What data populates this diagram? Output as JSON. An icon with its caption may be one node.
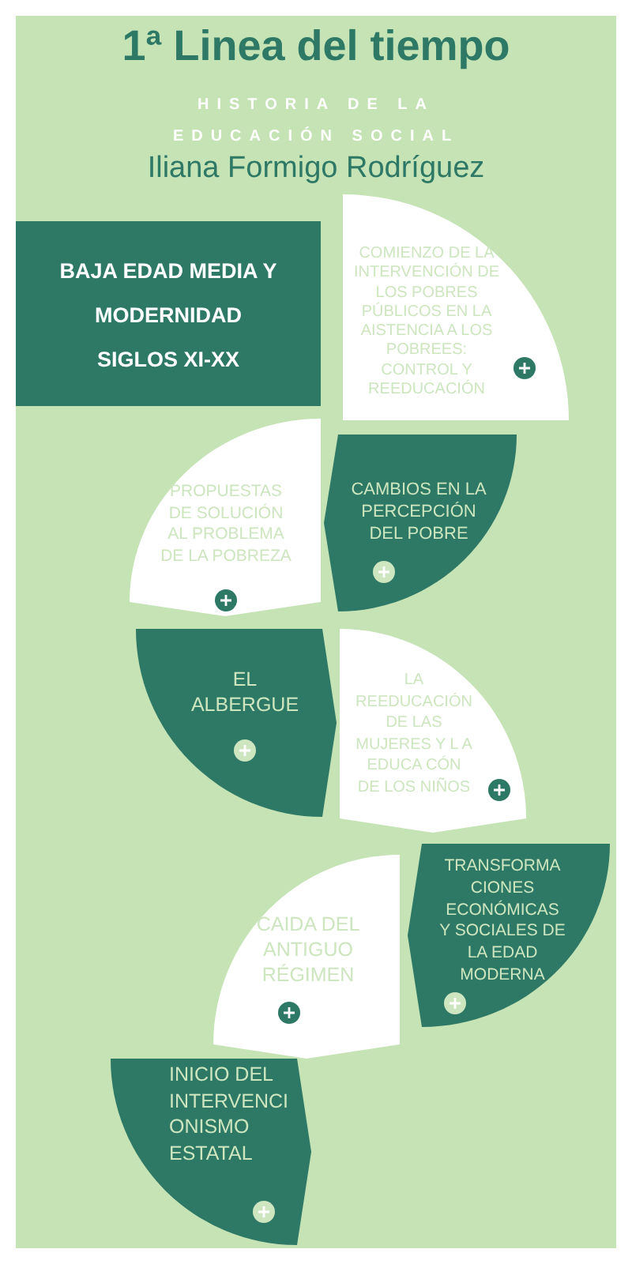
{
  "diagram": {
    "title": "1ª Linea del tiempo",
    "nodes": [
      {
        "text": [
          "BAJA EDAD MEDIA Y MODERNIDAD SIGLOS XI-XX"
        ]
      },
      {
        "text": [
          "COMIENZO DE LA INTERVENCIÓN DE LOS POBRES PÚBLICOS EN LA AISTENCIA A LOS POBREES: CONTROL Y REEDUCACIÓN"
        ]
      },
      {
        "text": [
          "PROPUESTAS DE SOLUCIÓN AL PROBLEMA DE LA POBREZA"
        ]
      },
      {
        "text": [
          "CAMBIOS EN LA PERCEPCIÓN DEL POBRE"
        ]
      },
      {
        "text": [
          "EL ALBERGUE"
        ]
      },
      {
        "text": [
          "LA REEDUCACIÓN DE LAS MUJERES Y L A EDUCA CÓN DE LOS NIÑOS"
        ]
      },
      {
        "text": [
          "TRANSFORMA CIONES ECONÓMICAS Y SOCIALES DE LA EDAD MODERNA"
        ]
      },
      {
        "text": [
          "CAIDA DEL ANTIGUO RÉGIMEN"
        ]
      },
      {
        "text": [
          "INICIO DEL INTERVENCI ONISMO ESTATAL"
        ]
      }
    ],
    "labels": [
      "HISTORIA DE LA EDUCACIÓN SOCIAL",
      "Iliana Formigo Rodríguez"
    ]
  }
}
